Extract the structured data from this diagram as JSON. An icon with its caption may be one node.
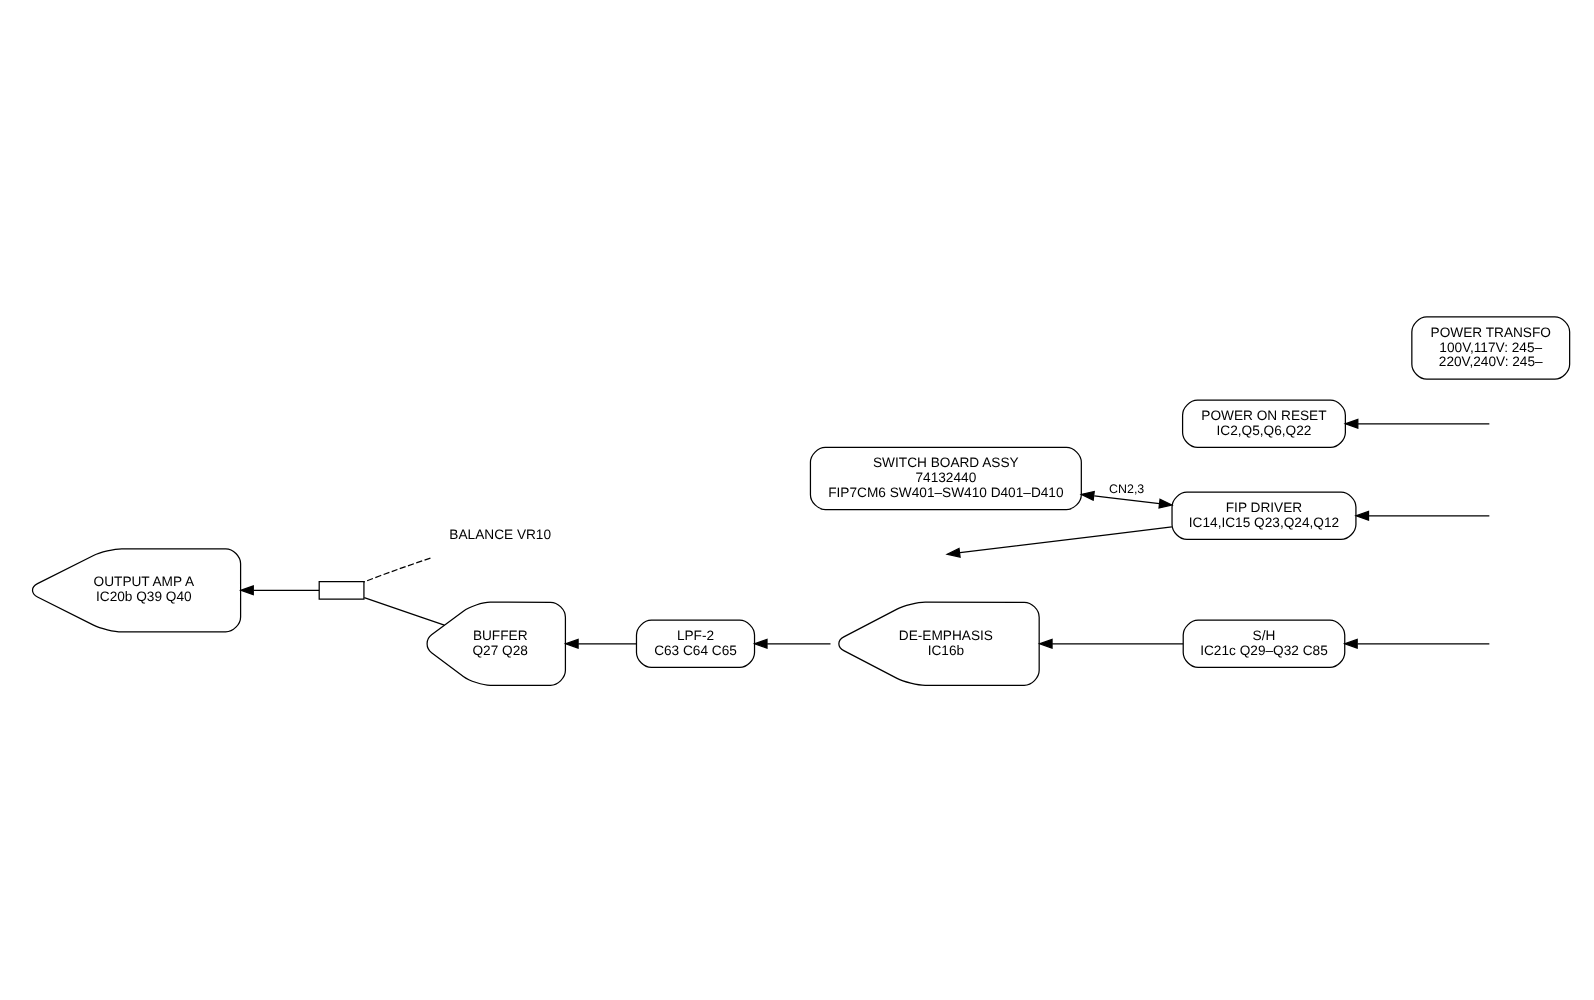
{
  "diagram": {
    "nodes": [
      {
        "text": [
          "BALANCE VR10"
        ]
      },
      {
        "text": [],
        "shape": "resistor"
      },
      {
        "text": [
          "OUTPUT AMP A",
          "IC20b Q39 Q40"
        ]
      },
      {
        "text": [
          "BUFFER",
          "Q27 Q28"
        ]
      },
      {
        "text": [
          "LPF-2",
          "C63 C64 C65"
        ]
      },
      {
        "text": [
          "DE-EMPHASIS",
          "IC16b"
        ]
      },
      {
        "text": [
          "S/H",
          "IC21c Q29–Q32 C85"
        ]
      },
      {
        "text": [
          "FIP DRIVER",
          "IC14,IC15 Q23,Q24,Q12"
        ]
      },
      {
        "text": [
          "POWER ON RESET",
          "IC2,Q5,Q6,Q22"
        ]
      },
      {
        "text": [
          "SWITCH BOARD ASSY",
          "74132440",
          "FIP7CM6 SW401–SW410 D401–D410"
        ]
      },
      {
        "text": [
          "POWER TRANSFO",
          "100V,117V: 245–",
          "220V,240V: 245–"
        ]
      }
    ],
    "edges": [
      {
        "from": 0,
        "to": 1,
        "arrow": "none",
        "style": "dashed"
      },
      {
        "from": 3,
        "to": 1,
        "arrow": "none"
      },
      {
        "from": 1,
        "to": 2,
        "arrow": "to"
      },
      {
        "from": 4,
        "to": 3,
        "arrow": "to"
      },
      {
        "from": 5,
        "to": 4,
        "arrow": "to"
      },
      {
        "from": 6,
        "to": 5,
        "arrow": "to"
      },
      {
        "from": null,
        "to": 6,
        "arrow": "to"
      },
      {
        "from": 7,
        "to": 9,
        "arrow": "both",
        "label": "CN2,3"
      },
      {
        "from": null,
        "to": 8,
        "arrow": "to"
      },
      {
        "from": 7,
        "to": null,
        "arrow": "to"
      },
      {
        "from": null,
        "to": 7,
        "arrow": "to"
      }
    ]
  }
}
